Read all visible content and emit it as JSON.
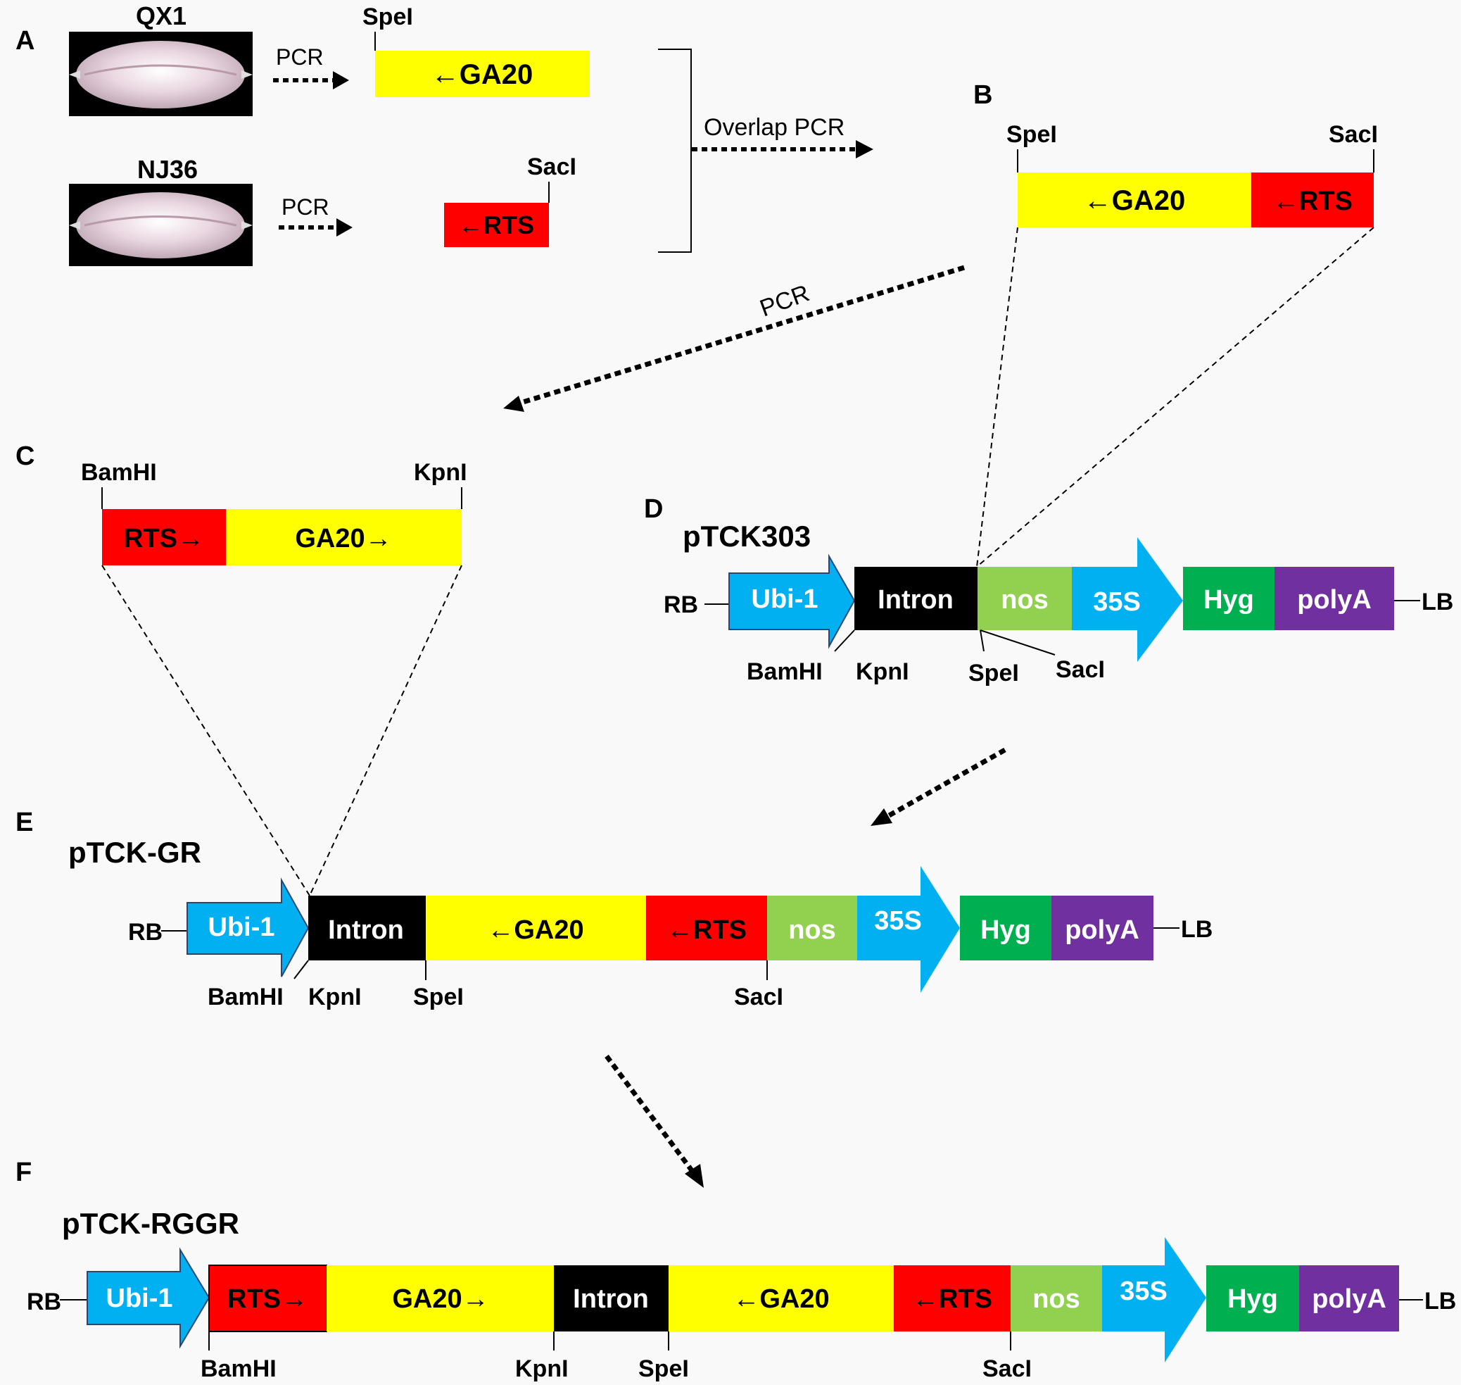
{
  "panels": {
    "A": "A",
    "B": "B",
    "C": "C",
    "D": "D",
    "E": "E",
    "F": "F"
  },
  "colors": {
    "background": "#f9f9f9",
    "yellow": "#ffff00",
    "red": "#ff0000",
    "blue": "#00b0f0",
    "black": "#000000",
    "olive": "#92d050",
    "green": "#00b050",
    "purple": "#7030a0"
  },
  "panel_a": {
    "qx1_label": "QX1",
    "nj36_label": "NJ36",
    "pcr_label_1": "PCR",
    "pcr_label_2": "PCR",
    "spel_label": "SpeI",
    "sacl_label": "SacI",
    "ga20_label": "←GA20",
    "rts_label": "←RTS",
    "overlap_label": "Overlap PCR"
  },
  "panel_b": {
    "spel_label": "SpeI",
    "sacl_label": "SacI",
    "ga20_label": "←GA20",
    "rts_label": "←RTS",
    "pcr_label": "PCR"
  },
  "panel_c": {
    "bamhi_label": "BamHI",
    "kpni_label": "KpnI",
    "rts_label": "RTS→",
    "ga20_label": "GA20→"
  },
  "panel_d": {
    "title": "pTCK303",
    "rb": "RB",
    "lb": "LB",
    "ubi": "Ubi-1",
    "intron": "Intron",
    "nos": "nos",
    "s35": "35S",
    "hyg": "Hyg",
    "polya": "polyA",
    "bamhi": "BamHI",
    "kpni": "KpnI",
    "spei": "SpeI",
    "saci": "SacI"
  },
  "panel_e": {
    "title": "pTCK-GR",
    "rb": "RB",
    "lb": "LB",
    "ubi": "Ubi-1",
    "intron": "Intron",
    "ga20": "←GA20",
    "rts": "←RTS",
    "nos": "nos",
    "s35": "35S",
    "hyg": "Hyg",
    "polya": "polyA",
    "bamhi": "BamHI",
    "kpni": "KpnI",
    "spei": "SpeI",
    "saci": "SacI"
  },
  "panel_f": {
    "title": "pTCK-RGGR",
    "rb": "RB",
    "lb": "LB",
    "ubi": "Ubi-1",
    "rts_fwd": "RTS→",
    "ga20_fwd": "GA20→",
    "intron": "Intron",
    "ga20_rev": "←GA20",
    "rts_rev": "←RTS",
    "nos": "nos",
    "s35": "35S",
    "hyg": "Hyg",
    "polya": "polyA",
    "bamhi": "BamHI",
    "kpni": "KpnI",
    "spei": "SpeI",
    "saci": "SacI"
  }
}
